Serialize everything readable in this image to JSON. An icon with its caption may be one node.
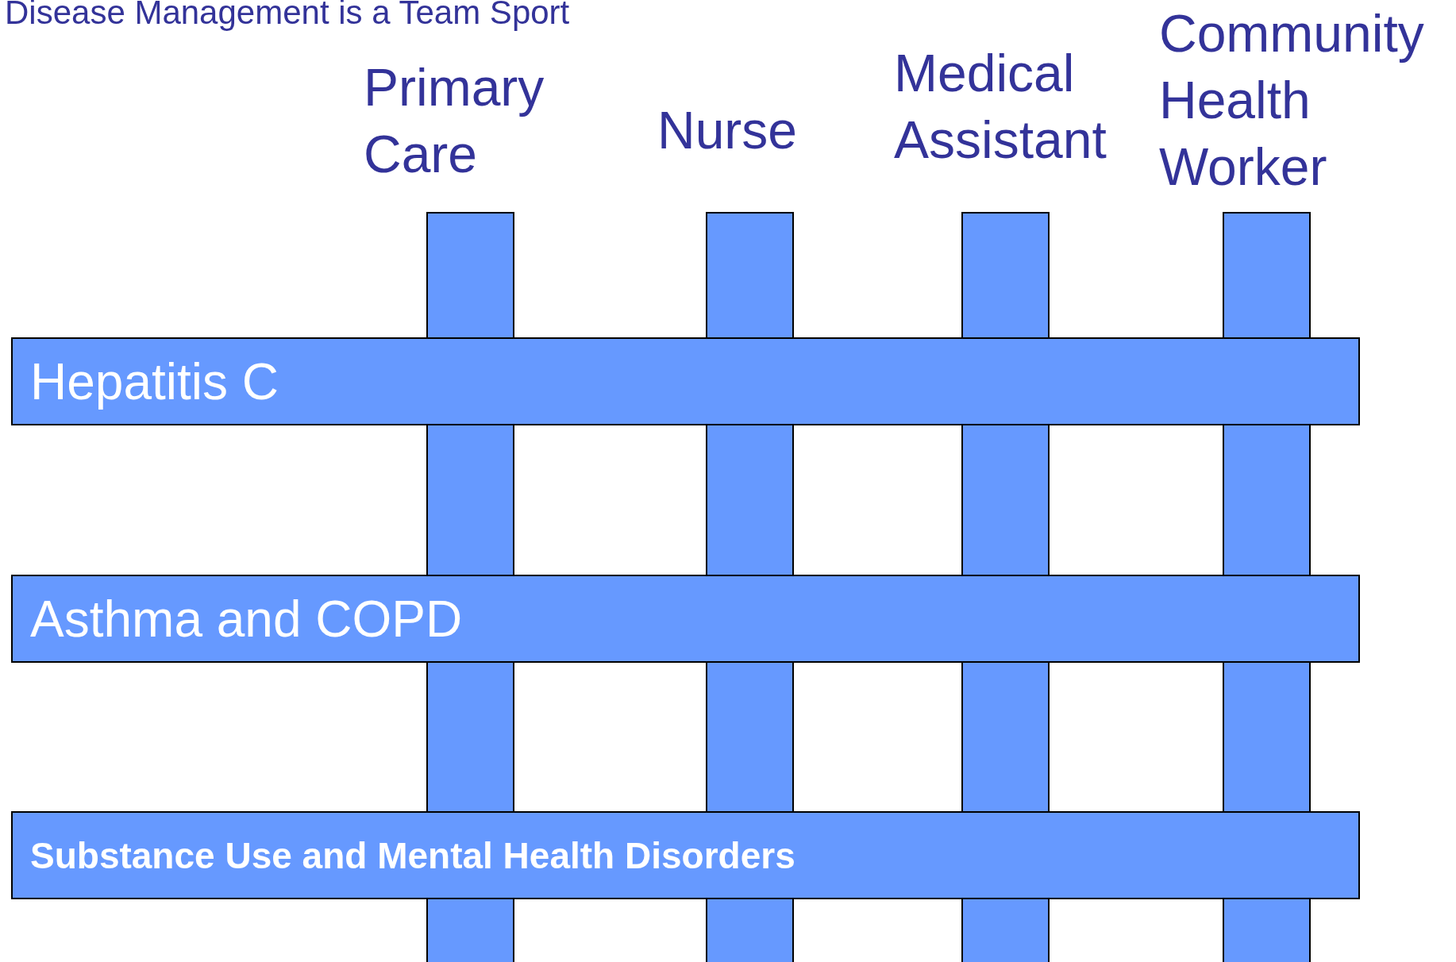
{
  "diagram": {
    "title": "Disease Management is a Team Sport",
    "nodes": [
      {
        "text": [
          "Primary Care"
        ]
      },
      {
        "text": [
          "Nurse"
        ]
      },
      {
        "text": [
          "Medical Assistant"
        ]
      },
      {
        "text": [
          "Community Health Worker"
        ]
      },
      {
        "text": [
          "Hepatitis C"
        ]
      },
      {
        "text": [
          "Asthma and COPD"
        ]
      },
      {
        "text": [
          "Substance Use and Mental Health Disorders"
        ]
      }
    ],
    "edges": []
  }
}
